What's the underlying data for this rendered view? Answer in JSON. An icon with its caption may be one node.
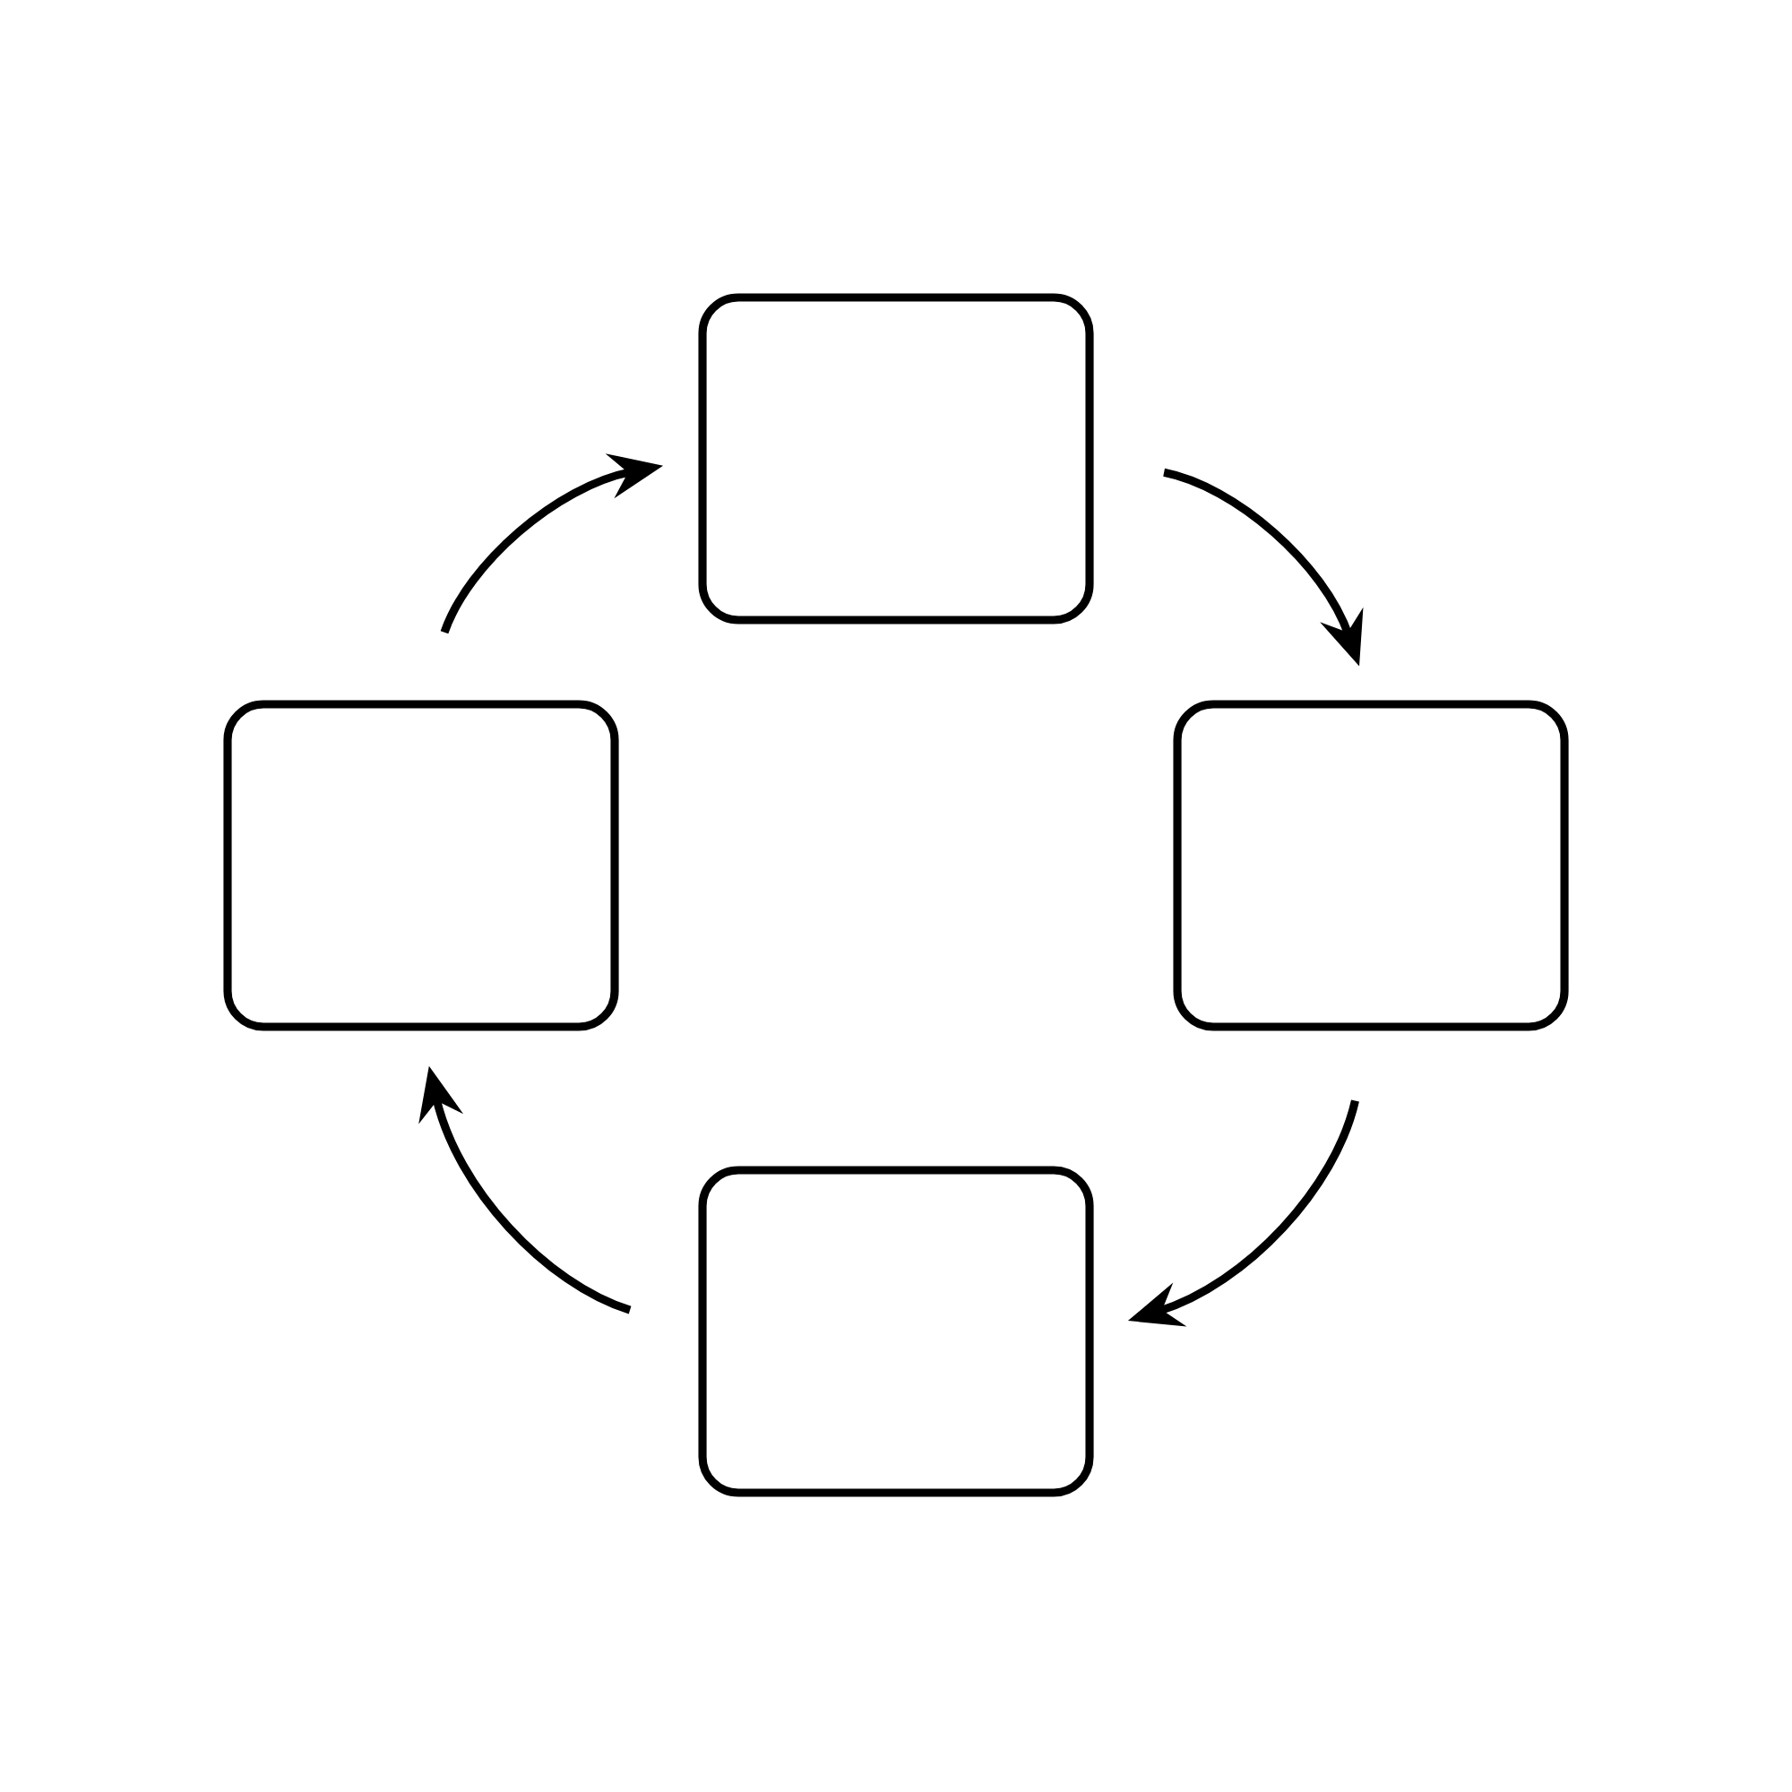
{
  "diagram": {
    "nodes": [
      {
        "text": [],
        "shape": "box"
      },
      {
        "text": [],
        "shape": "box"
      },
      {
        "text": [],
        "shape": "box"
      },
      {
        "text": [],
        "shape": "box"
      }
    ],
    "edges": [
      {
        "from": 0,
        "to": 2,
        "arrow": "to"
      },
      {
        "from": 2,
        "to": 3,
        "arrow": "to"
      },
      {
        "from": 3,
        "to": 1,
        "arrow": "to"
      },
      {
        "from": 1,
        "to": 0,
        "arrow": "to"
      }
    ]
  }
}
